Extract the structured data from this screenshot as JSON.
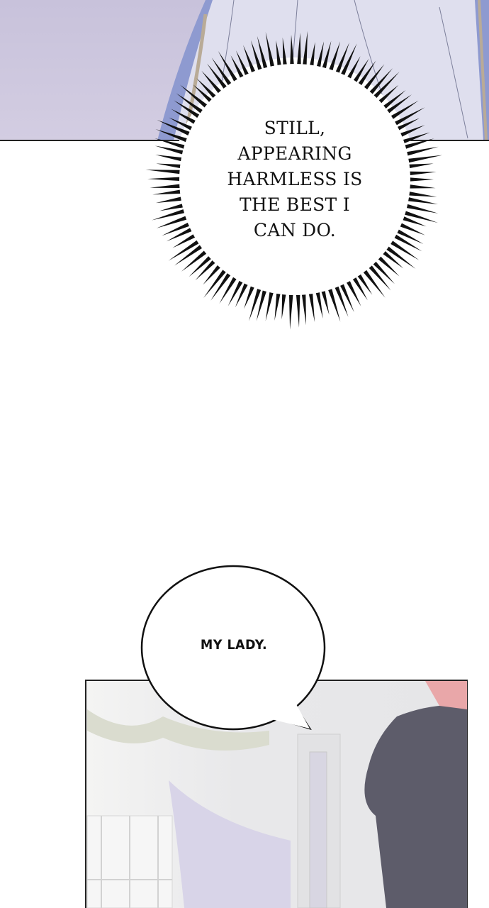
{
  "panels": [
    {
      "description_colors": {
        "background": "#cbc4dc",
        "dress": "#dedfee",
        "dress_edge": "#8f9bd0"
      }
    },
    {
      "description_colors": {
        "wall": "#e9eaea",
        "curtain": "#dcd8ea",
        "figure": "#5d5c6a",
        "hair": "#e9a7a9"
      }
    }
  ],
  "thought_burst": {
    "lines": [
      "STILL,",
      "APPEARING",
      "HARMLESS IS",
      "THE BEST I",
      "CAN DO."
    ]
  },
  "speech_bubble": {
    "text": "MY LADY."
  }
}
